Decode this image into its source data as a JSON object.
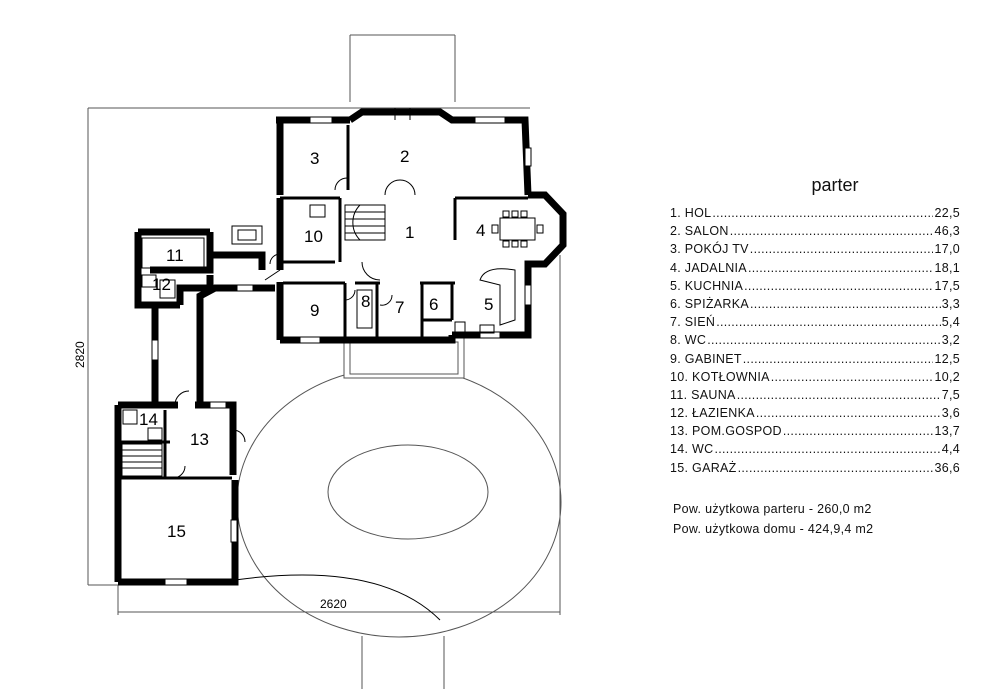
{
  "legend": {
    "title": "parter",
    "rooms": [
      {
        "label": "1. HOL",
        "value": "22,5"
      },
      {
        "label": "2. SALON",
        "value": "46,3"
      },
      {
        "label": "3. POKÓJ TV",
        "value": "17,0"
      },
      {
        "label": "4. JADALNIA",
        "value": "18,1"
      },
      {
        "label": "5. KUCHNIA",
        "value": "17,5"
      },
      {
        "label": "6. SPIŻARKA",
        "value": "3,3"
      },
      {
        "label": "7. SIEŃ",
        "value": "5,4"
      },
      {
        "label": "8. WC",
        "value": "3,2"
      },
      {
        "label": "9. GABINET",
        "value": "12,5"
      },
      {
        "label": "10. KOTŁOWNIA",
        "value": "10,2"
      },
      {
        "label": "11. SAUNA",
        "value": "7,5"
      },
      {
        "label": "12. ŁAZIENKA",
        "value": "3,6"
      },
      {
        "label": "13. POM.GOSPOD",
        "value": "13,7"
      },
      {
        "label": "14. WC",
        "value": "4,4"
      },
      {
        "label": "15. GARAŻ",
        "value": "36,6"
      }
    ]
  },
  "areas": {
    "ground_floor": "Pow. użytkowa parteru - 260,0 m2",
    "house": "Pow. użytkowa domu - 424,9,4 m2"
  },
  "plan": {
    "dimension_width": "2620",
    "dimension_height": "2820",
    "room_numbers": [
      "1",
      "2",
      "3",
      "4",
      "5",
      "6",
      "7",
      "8",
      "9",
      "10",
      "11",
      "12",
      "13",
      "14",
      "15"
    ]
  }
}
